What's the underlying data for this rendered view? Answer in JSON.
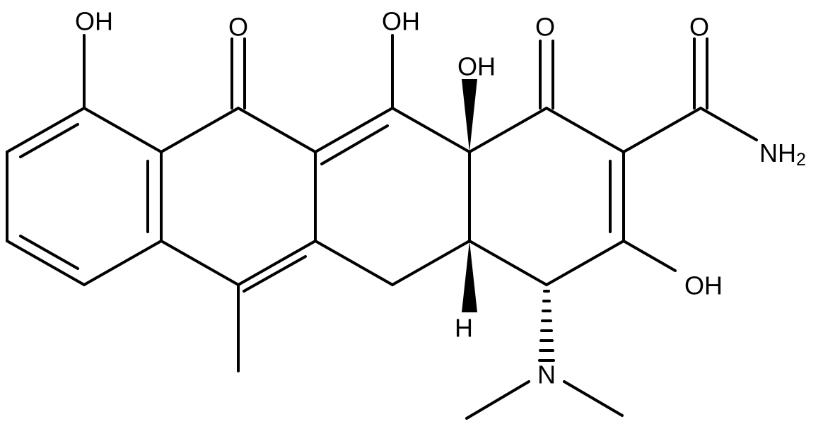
{
  "diagram": {
    "type": "skeletal-structural-formula",
    "colors": {
      "bonds": "#000000",
      "labels": "#000000",
      "background": "#ffffff"
    },
    "labels": {
      "oh_peri_top_left": "OH",
      "oxo_c11": "O",
      "oh_c12": "OH",
      "oh_c12a": "OH",
      "oxo_c1": "O",
      "amide_oxygen": "O",
      "amide_nitrogen": "NH",
      "amide_nitrogen_subscript": "2",
      "oh_c3": "OH",
      "stereo_hydrogen": "H",
      "dimethylamino_nitrogen": "N"
    }
  }
}
